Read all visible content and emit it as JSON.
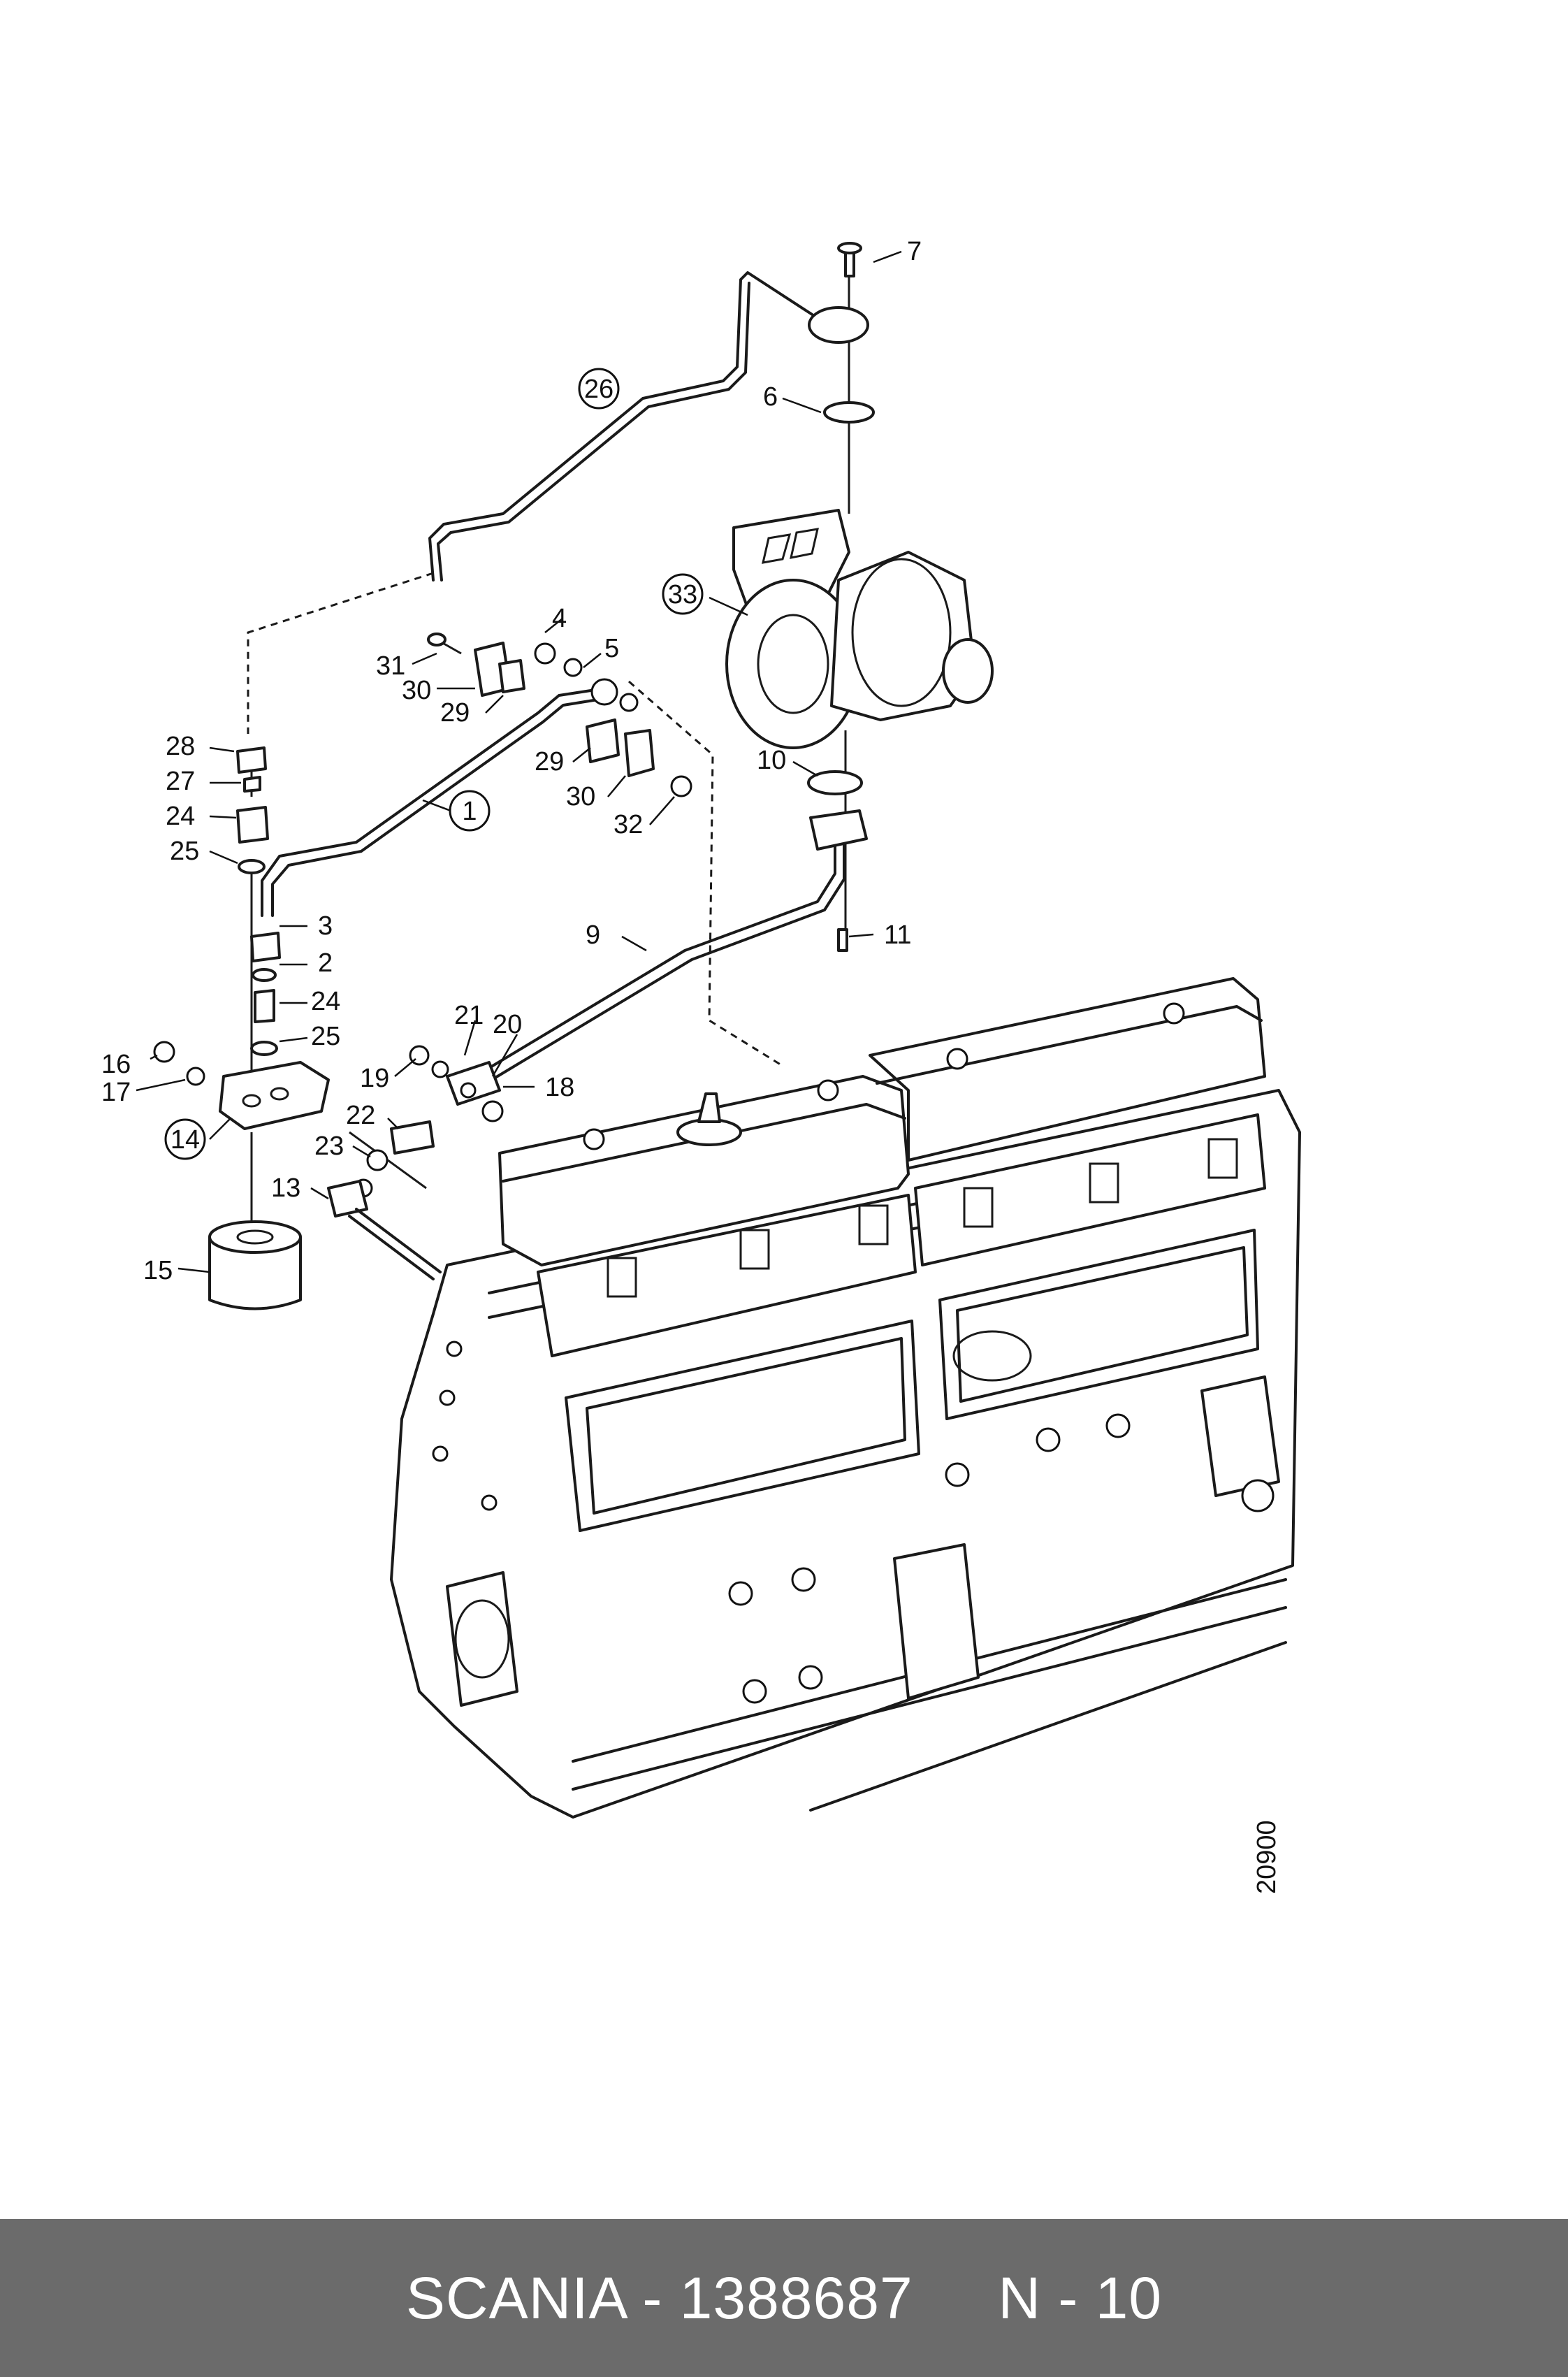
{
  "diagram": {
    "drawing_number": "20900",
    "callouts": [
      {
        "id": "c7",
        "text": "7",
        "circled": false
      },
      {
        "id": "c26",
        "text": "26",
        "circled": true
      },
      {
        "id": "c6",
        "text": "6",
        "circled": false
      },
      {
        "id": "c33",
        "text": "33",
        "circled": true
      },
      {
        "id": "c4",
        "text": "4",
        "circled": false
      },
      {
        "id": "c5",
        "text": "5",
        "circled": false
      },
      {
        "id": "c31",
        "text": "31",
        "circled": false
      },
      {
        "id": "c30a",
        "text": "30",
        "circled": false
      },
      {
        "id": "c29a",
        "text": "29",
        "circled": false
      },
      {
        "id": "c28",
        "text": "28",
        "circled": false
      },
      {
        "id": "c27",
        "text": "27",
        "circled": false
      },
      {
        "id": "c24a",
        "text": "24",
        "circled": false
      },
      {
        "id": "c25a",
        "text": "25",
        "circled": false
      },
      {
        "id": "c1",
        "text": "1",
        "circled": true
      },
      {
        "id": "c29b",
        "text": "29",
        "circled": false
      },
      {
        "id": "c30b",
        "text": "30",
        "circled": false
      },
      {
        "id": "c32",
        "text": "32",
        "circled": false
      },
      {
        "id": "c10",
        "text": "10",
        "circled": false
      },
      {
        "id": "c3",
        "text": "3",
        "circled": false
      },
      {
        "id": "c2",
        "text": "2",
        "circled": false
      },
      {
        "id": "c24b",
        "text": "24",
        "circled": false
      },
      {
        "id": "c25b",
        "text": "25",
        "circled": false
      },
      {
        "id": "c11",
        "text": "11",
        "circled": false
      },
      {
        "id": "c9",
        "text": "9",
        "circled": false
      },
      {
        "id": "c21",
        "text": "21",
        "circled": false
      },
      {
        "id": "c20",
        "text": "20",
        "circled": false
      },
      {
        "id": "c16",
        "text": "16",
        "circled": false
      },
      {
        "id": "c17",
        "text": "17",
        "circled": false
      },
      {
        "id": "c19",
        "text": "19",
        "circled": false
      },
      {
        "id": "c18",
        "text": "18",
        "circled": false
      },
      {
        "id": "c14",
        "text": "14",
        "circled": true
      },
      {
        "id": "c22",
        "text": "22",
        "circled": false
      },
      {
        "id": "c23",
        "text": "23",
        "circled": false
      },
      {
        "id": "c13",
        "text": "13",
        "circled": false
      },
      {
        "id": "c15",
        "text": "15",
        "circled": false
      }
    ]
  },
  "footer": {
    "text": "SCANIA - 1388687     N - 10",
    "background": "#6b6b6b",
    "color": "#ffffff"
  }
}
